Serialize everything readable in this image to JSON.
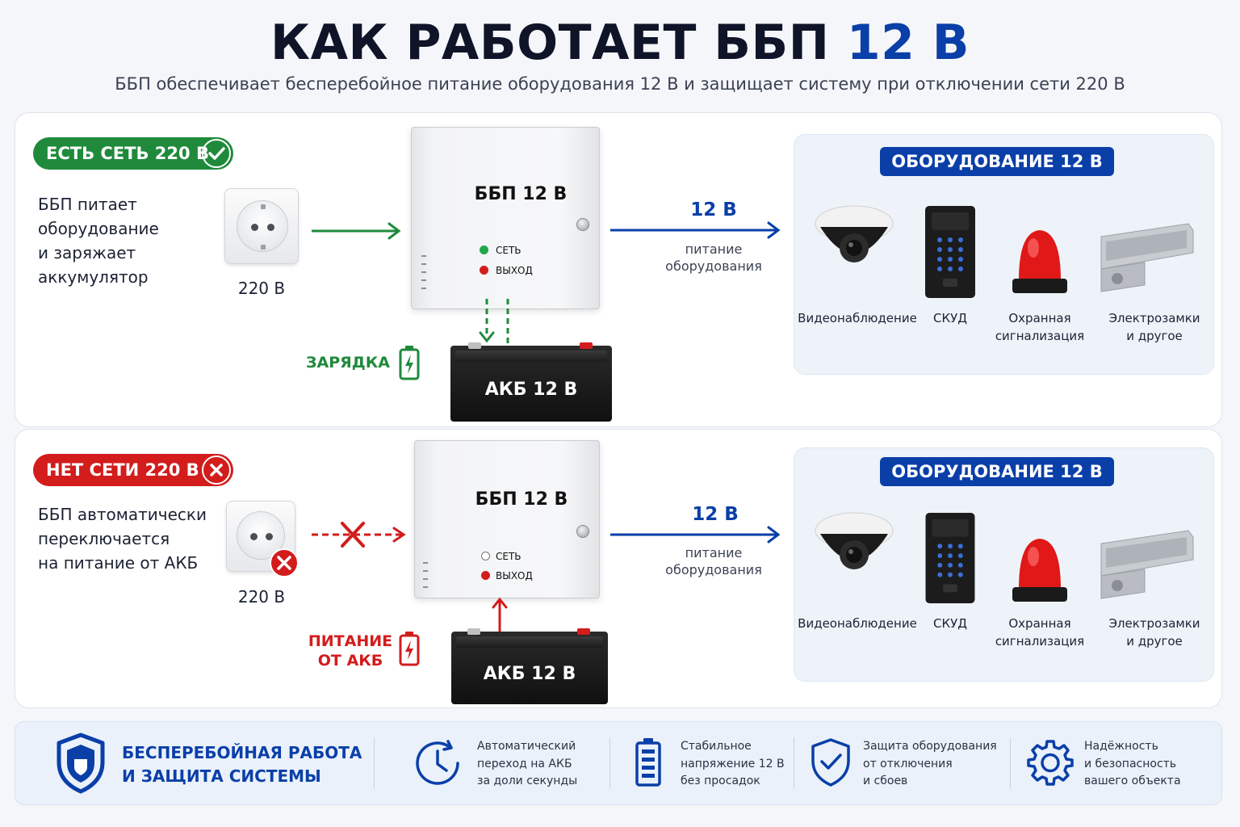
{
  "header": {
    "title_main": "КАК РАБОТАЕТ ББП",
    "title_accent": "12 В",
    "subtitle": "ББП обеспечивает бесперебойное питание оборудования 12 В и защищает систему при отключении сети 220 В"
  },
  "colors": {
    "accent_blue": "#0a3fa8",
    "ok_green": "#1f8a3b",
    "alert_red": "#d31c1c"
  },
  "scenario_on": {
    "badge": "ЕСТЬ СЕТЬ 220 В",
    "badge_icon": "check-icon",
    "description": [
      "ББП питает",
      "оборудование",
      "и заряжает",
      "аккумулятор"
    ],
    "outlet_voltage": "220 В",
    "ups_title": "ББП 12 В",
    "led_power": "СЕТЬ",
    "led_output": "ВЫХОД",
    "battery_label": "АКБ 12 В",
    "charging_label": "ЗАРЯДКА",
    "output_voltage": "12 В",
    "output_desc": [
      "питание",
      "оборудования"
    ]
  },
  "scenario_off": {
    "badge": "НЕТ СЕТИ 220 В",
    "badge_icon": "cross-icon",
    "description": [
      "ББП автоматически",
      "переключается",
      "на питание от АКБ"
    ],
    "outlet_voltage": "220 В",
    "ups_title": "ББП 12 В",
    "led_power": "СЕТЬ",
    "led_output": "ВЫХОД",
    "battery_label": "АКБ 12 В",
    "battery_power_label": [
      "ПИТАНИЕ",
      "ОТ АКБ"
    ],
    "output_voltage": "12 В",
    "output_desc": [
      "питание",
      "оборудования"
    ]
  },
  "equipment": {
    "title": "ОБОРУДОВАНИЕ 12 В",
    "items": [
      {
        "icon": "dome-camera-icon",
        "label": [
          "Видеонаблюдение"
        ]
      },
      {
        "icon": "access-keypad-icon",
        "label": [
          "СКУД"
        ]
      },
      {
        "icon": "siren-icon",
        "label": [
          "Охранная",
          "сигнализация"
        ]
      },
      {
        "icon": "magnetic-lock-icon",
        "label": [
          "Электрозамки",
          "и другое"
        ]
      }
    ]
  },
  "footer": {
    "title": [
      "БЕСПЕРЕБОЙНАЯ РАБОТА",
      "И ЗАЩИТА СИСТЕМЫ"
    ],
    "features": [
      {
        "icon": "clock-icon",
        "lines": [
          "Автоматический",
          "переход на АКБ",
          "за доли секунды"
        ]
      },
      {
        "icon": "battery-icon",
        "lines": [
          "Стабильное",
          "напряжение 12 В",
          "без просадок"
        ]
      },
      {
        "icon": "shield-check-icon",
        "lines": [
          "Защита оборудования",
          "от отключения",
          "и сбоев"
        ]
      },
      {
        "icon": "gear-icon",
        "lines": [
          "Надёжность",
          "и безопасность",
          "вашего объекта"
        ]
      }
    ]
  }
}
